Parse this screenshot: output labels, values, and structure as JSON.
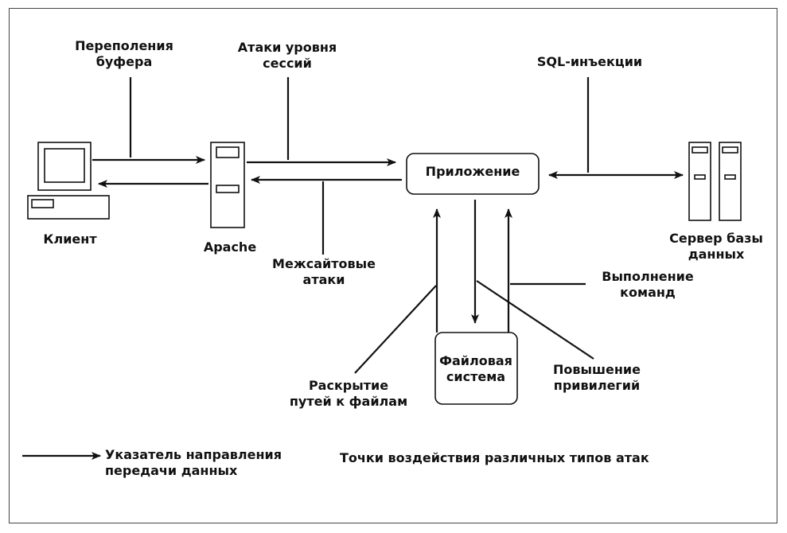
{
  "nodes": {
    "client": "Клиент",
    "apache": "Apache",
    "application": "Приложение",
    "db_server": [
      "Сервер базы",
      "данных"
    ],
    "file_system": [
      "Файловая",
      "система"
    ]
  },
  "attacks": {
    "buffer_overflow": [
      "Переполения",
      "буфера"
    ],
    "session_attacks": [
      "Атаки уровня",
      "сессий"
    ],
    "sql_injection": "SQL-инъекции",
    "xss": [
      "Межсайтовые",
      "атаки"
    ],
    "command_execution": [
      "Выполнение",
      "команд"
    ],
    "path_disclosure": [
      "Раскрытие",
      "путей к файлам"
    ],
    "privilege_escalation": [
      "Повышение",
      "привилегий"
    ]
  },
  "legend": {
    "arrow_label": [
      "Указатель направления",
      "передачи данных"
    ],
    "attack_points": "Точки воздействия различных типов атак"
  }
}
